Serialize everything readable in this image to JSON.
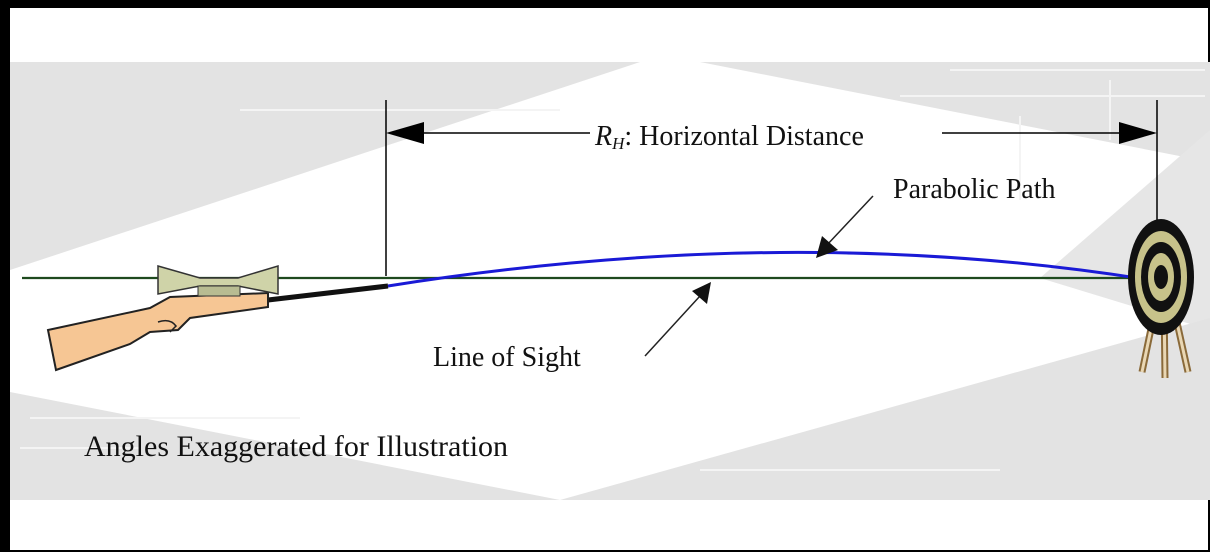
{
  "labels": {
    "distance_symbol": "R",
    "distance_subscript": "H",
    "distance_text": ": Horizontal Distance",
    "parabolic_path": "Parabolic Path",
    "line_of_sight": "Line of Sight",
    "note": "Angles Exaggerated for Illustration"
  },
  "colors": {
    "line_of_sight": "#1e4a1e",
    "parabolic_path": "#1a1ad6",
    "rifle_stock": "#f6c694",
    "scope": "#cfd3a8",
    "background_bands": "#e2e2e2",
    "target_rings": "#c7c28a"
  },
  "icons": {
    "rifle": "rifle-icon",
    "target": "target-icon"
  }
}
